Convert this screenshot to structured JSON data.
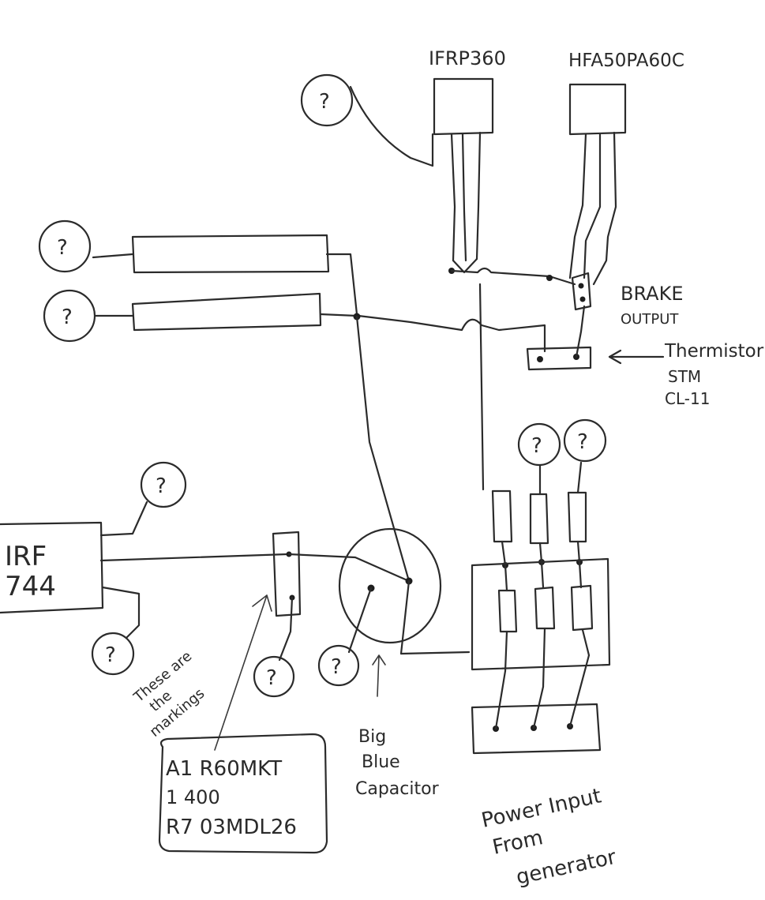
{
  "components": {
    "irfp360": "IFRP360",
    "hfa50": "HFA50PA60C",
    "brake_line1": "BRAKE",
    "brake_line2": "OUTPUT",
    "thermistor_line1": "Thermistor",
    "thermistor_line2": "STM",
    "thermistor_line3": "CL-11",
    "irf744_line1": "IRF",
    "irf744_line2": "744",
    "capacitor_line1": "Big",
    "capacitor_line2": "Blue",
    "capacitor_line3": "Capacitor",
    "power_line1": "Power Input",
    "power_line2": "From",
    "power_line3": "generator",
    "markings_note_line1": "These are",
    "markings_note_line2": "the",
    "markings_note_line3": "markings",
    "markings_box_line1": "A1 R60MKT",
    "markings_box_line2": "1     400",
    "markings_box_line3": "R7 03MDL26"
  },
  "unknown_mark": "?",
  "ink_color": "#2b2b2b"
}
